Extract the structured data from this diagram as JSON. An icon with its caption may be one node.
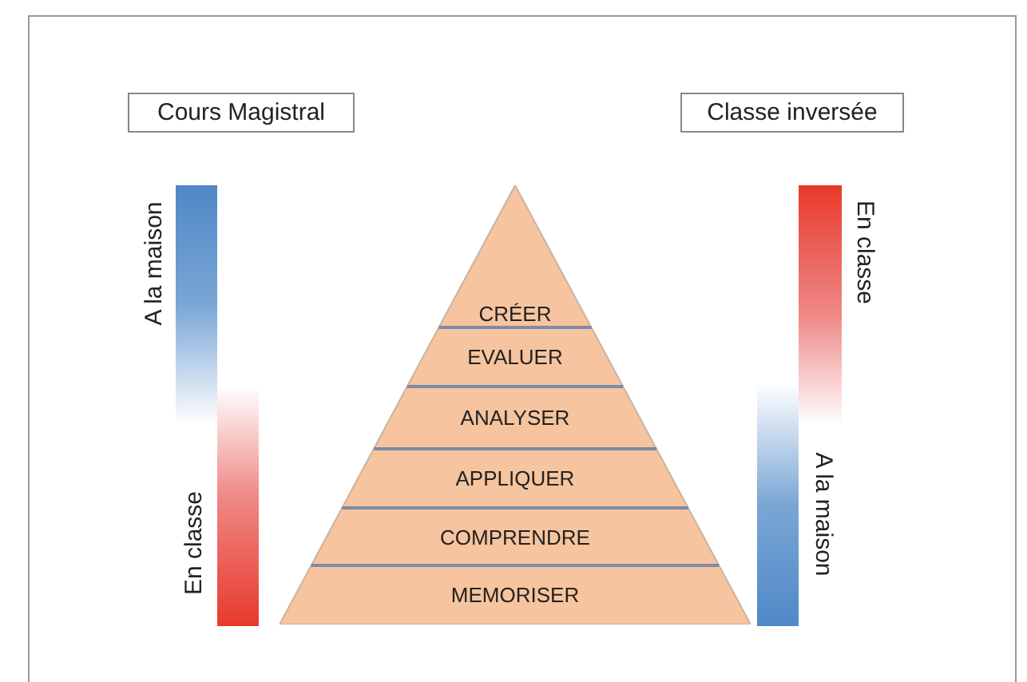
{
  "diagram": {
    "nodes": [
      {
        "text": [
          "Cours Magistral"
        ]
      },
      {
        "text": [
          "Classe inversée"
        ]
      },
      {
        "text": [],
        "shape": "bar",
        "beside": [
          "A la maison"
        ]
      },
      {
        "text": [],
        "shape": "bar",
        "beside": [
          "En classe"
        ]
      },
      {
        "text": [],
        "shape": "bar",
        "beside": [
          "En classe"
        ]
      },
      {
        "text": [],
        "shape": "bar",
        "beside": [
          "A la maison"
        ]
      },
      {
        "text": [],
        "shape": "triangle"
      },
      {
        "text": [
          "CRÉER"
        ],
        "in": 6
      },
      {
        "text": [
          "EVALUER"
        ],
        "in": 6
      },
      {
        "text": [
          "ANALYSER"
        ],
        "in": 6
      },
      {
        "text": [
          "APPLIQUER"
        ],
        "in": 6
      },
      {
        "text": [
          "COMPRENDRE"
        ],
        "in": 6
      },
      {
        "text": [
          "MEMORISER"
        ],
        "in": 6
      }
    ]
  }
}
